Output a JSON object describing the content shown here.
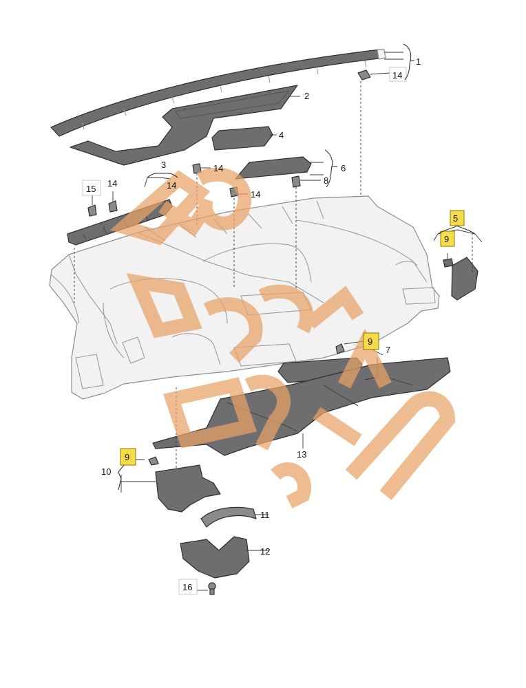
{
  "colors": {
    "part_dark": "#6e6e70",
    "part_body": "#f2f2f2",
    "highlight": "#f4dc4a",
    "watermark": "#e8a366"
  },
  "labels": {
    "l1": "1",
    "l2": "2",
    "l3": "3",
    "l4": "4",
    "l5": "5",
    "l6": "6",
    "l7": "7",
    "l8": "8",
    "l9a": "9",
    "l9b": "9",
    "l9c": "9",
    "l10": "10",
    "l11": "11",
    "l12": "12",
    "l13": "13",
    "l14a": "14",
    "l14b": "14",
    "l14c": "14",
    "l14d": "14",
    "l14e": "14",
    "l15": "15",
    "l16": "16"
  }
}
